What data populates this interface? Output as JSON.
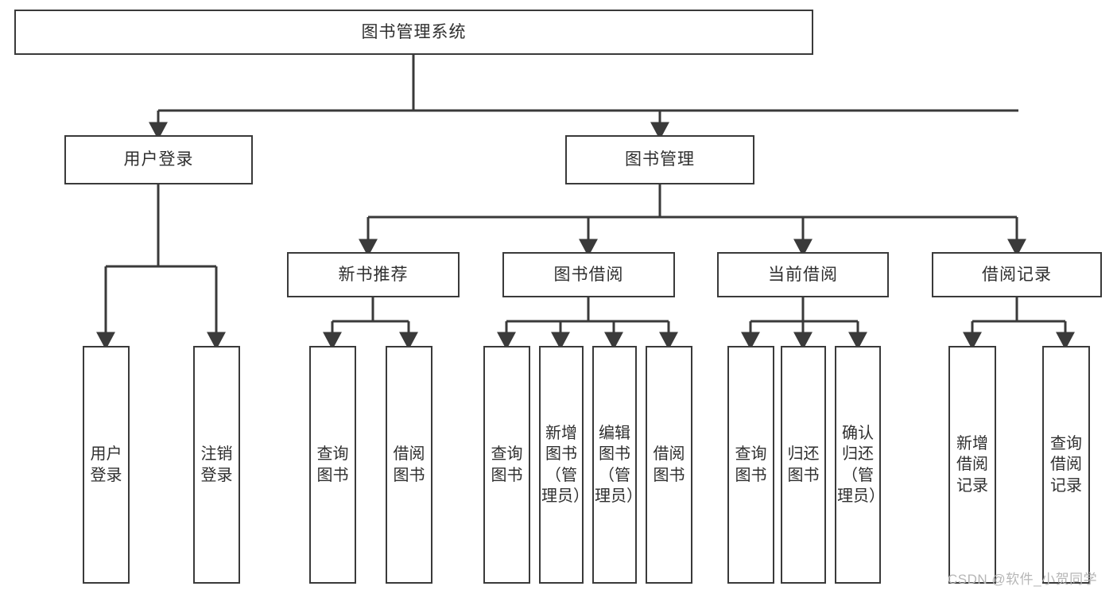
{
  "diagram": {
    "type": "hierarchy-tree",
    "title": "图书管理系统",
    "root": {
      "id": "root",
      "label": "图书管理系统",
      "orientation": "horizontal"
    },
    "level2": [
      {
        "id": "user-login",
        "label": "用户登录",
        "orientation": "horizontal"
      },
      {
        "id": "book-management",
        "label": "图书管理",
        "orientation": "horizontal"
      }
    ],
    "level3": [
      {
        "id": "new-book-recommend",
        "label": "新书推荐",
        "orientation": "horizontal"
      },
      {
        "id": "book-borrow",
        "label": "图书借阅",
        "orientation": "horizontal"
      },
      {
        "id": "current-borrow",
        "label": "当前借阅",
        "orientation": "horizontal"
      },
      {
        "id": "borrow-record",
        "label": "借阅记录",
        "orientation": "horizontal"
      }
    ],
    "leaves": {
      "user-login": [
        {
          "id": "leaf-user-login",
          "label": "用户登录",
          "orientation": "vertical"
        },
        {
          "id": "leaf-user-logout",
          "label": "注销登录",
          "orientation": "vertical"
        }
      ],
      "new-book-recommend": [
        {
          "id": "leaf-query-book-1",
          "label": "查询图书",
          "orientation": "vertical"
        },
        {
          "id": "leaf-borrow-book-1",
          "label": "借阅图书",
          "orientation": "vertical"
        }
      ],
      "book-borrow": [
        {
          "id": "leaf-query-book-2",
          "label": "查询图书",
          "orientation": "vertical"
        },
        {
          "id": "leaf-add-book",
          "label": "新增图书（管理员）",
          "orientation": "vertical"
        },
        {
          "id": "leaf-edit-book",
          "label": "编辑图书（管理员）",
          "orientation": "vertical"
        },
        {
          "id": "leaf-borrow-book-2",
          "label": "借阅图书",
          "orientation": "vertical"
        }
      ],
      "current-borrow": [
        {
          "id": "leaf-query-book-3",
          "label": "查询图书",
          "orientation": "vertical"
        },
        {
          "id": "leaf-return-book",
          "label": "归还图书",
          "orientation": "vertical"
        },
        {
          "id": "leaf-confirm-return",
          "label": "确认归还（管理员）",
          "orientation": "vertical"
        }
      ],
      "borrow-record": [
        {
          "id": "leaf-add-borrow-record",
          "label": "新增借阅记录",
          "orientation": "vertical"
        },
        {
          "id": "leaf-query-borrow-record",
          "label": "查询借阅记录",
          "orientation": "vertical"
        }
      ]
    },
    "colors": {
      "stroke": "#3a3a3a",
      "text": "#2f2f2f",
      "background": "#ffffff",
      "watermark": "#b6b6b6"
    }
  },
  "watermark": {
    "text": "CSDN @软件_小贺同学"
  }
}
